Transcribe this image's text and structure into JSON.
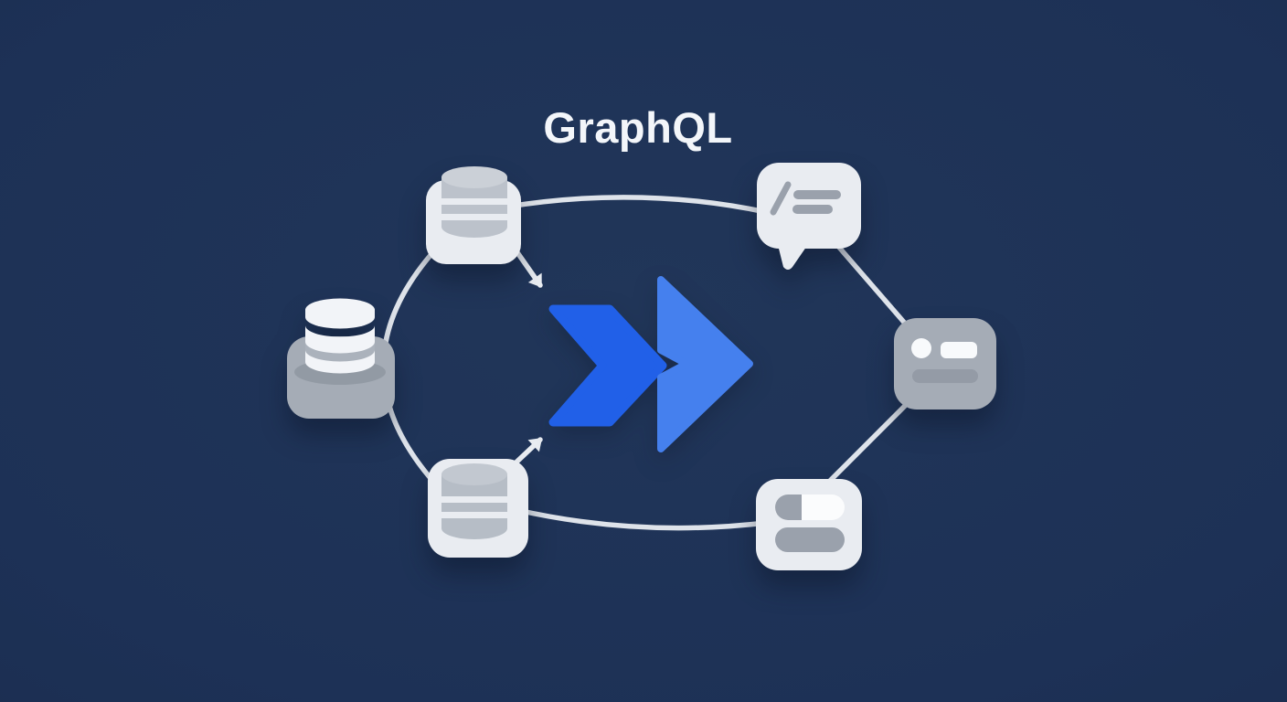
{
  "title": "GraphQL",
  "colors": {
    "background": "#1D3156",
    "background_edge": "#152544",
    "card_light": "#E9ECF1",
    "card_gray": "#A5ACB6",
    "cylinder_gray_body": "#BCC2CB",
    "cylinder_gray_cap": "#CBD0D7",
    "cylinder_white": "#F2F4F8",
    "cylinder_white_band": "#ABB2BC",
    "cylinder_base_shadow": "#929AA4",
    "connector_line": "#DEE3EA",
    "arrow": "#E9EDF2",
    "chevron_primary": "#2160E8",
    "chevron_secondary": "#4580EE",
    "glyph_gray": "#9AA1AC",
    "glyph_dark_gray": "#949BA6",
    "glyph_white": "#F8FAFC",
    "title_text": "#F3F6FA"
  },
  "diagram": {
    "logo": {
      "name": "graphql-double-chevron",
      "description": "two blue right-pointing chevrons at center"
    },
    "nodes": [
      {
        "id": "database-top-left",
        "kind": "database-cylinder",
        "card_tone": "light",
        "cylinder_tone": "gray",
        "position": "top-left"
      },
      {
        "id": "database-middle-left",
        "kind": "database-cylinder",
        "card_tone": "gray",
        "cylinder_tone": "white",
        "position": "middle-left"
      },
      {
        "id": "database-bottom-left",
        "kind": "database-cylinder",
        "card_tone": "light",
        "cylinder_tone": "gray",
        "position": "bottom-left"
      },
      {
        "id": "chat-bubble",
        "kind": "code-comment-message-bubble",
        "card_tone": "light",
        "position": "top-right"
      },
      {
        "id": "profile-card",
        "kind": "user-profile-card",
        "card_tone": "gray",
        "position": "middle-right"
      },
      {
        "id": "toggle-card",
        "kind": "toggle-switch-controls",
        "card_tone": "light",
        "position": "bottom-right"
      }
    ],
    "connections": [
      {
        "from": "database-top-left",
        "to": "chat-bubble",
        "style": "curved-line"
      },
      {
        "from": "database-top-left",
        "to": "database-middle-left",
        "style": "curved-line"
      },
      {
        "from": "database-middle-left",
        "to": "database-bottom-left",
        "style": "curved-line"
      },
      {
        "from": "database-bottom-left",
        "to": "toggle-card",
        "style": "curved-line"
      },
      {
        "from": "chat-bubble",
        "to": "profile-card",
        "style": "straight-line"
      },
      {
        "from": "profile-card",
        "to": "toggle-card",
        "style": "straight-line"
      },
      {
        "from": "database-top-left",
        "to": "logo",
        "style": "arrow"
      },
      {
        "from": "database-bottom-left",
        "to": "logo",
        "style": "arrow"
      }
    ]
  }
}
